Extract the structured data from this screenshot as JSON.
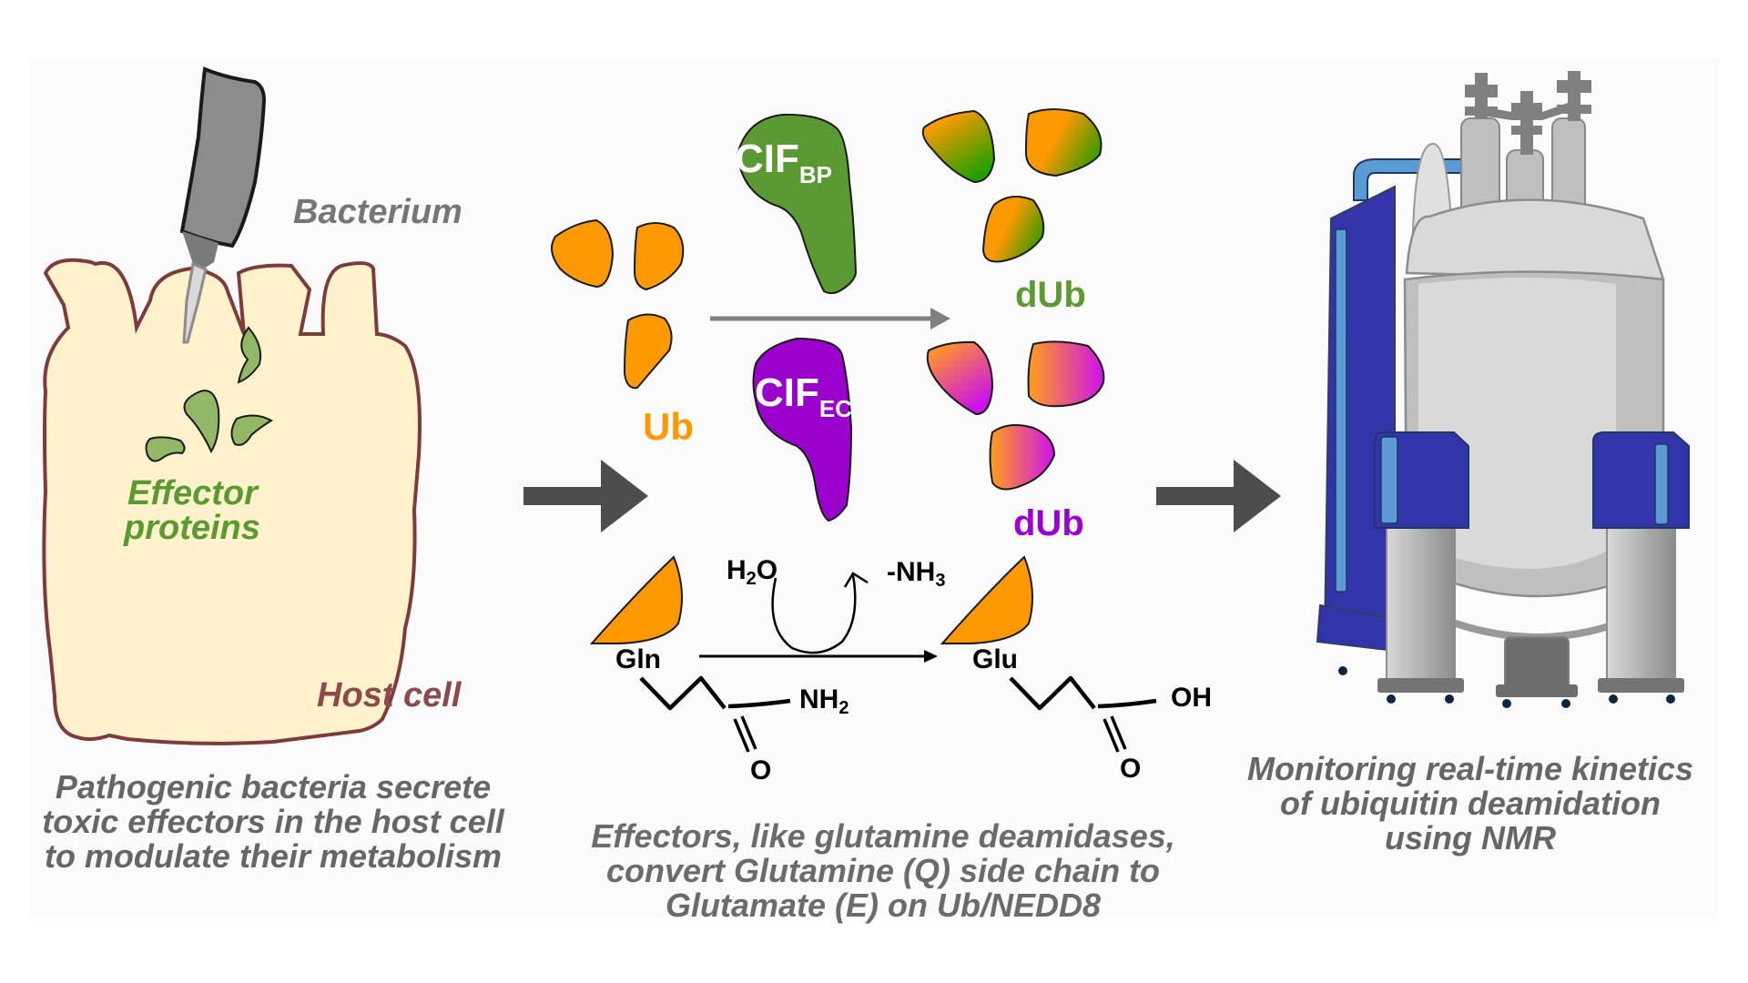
{
  "diagram": {
    "title": "Ubiquitin deamidation by bacterial effectors monitored by NMR",
    "colors": {
      "background": "#fbfbfb",
      "host_cell_fill": "#fff2cc",
      "host_cell_stroke": "#7f3a3a",
      "effector_green": "#93b865",
      "label_green": "#5a9a30",
      "ub_orange": "#ff9900",
      "cif_bp_green": "#5b9a33",
      "cif_ec_purple": "#9900cc",
      "dub_purple_label": "#9900cc",
      "caption_gray": "#666666",
      "arrow_dark": "#4d4d4d",
      "nmr_blue": "#3333aa",
      "nmr_light_blue": "#5b9bd5"
    },
    "panel1": {
      "bacterium_label": "Bacterium",
      "effector_label_line1": "Effector",
      "effector_label_line2": "proteins",
      "host_cell_label": "Host cell",
      "caption_lines": [
        "Pathogenic bacteria secrete",
        "toxic effectors in the host cell",
        "to modulate their metabolism"
      ]
    },
    "panel2": {
      "ub_label": "Ub",
      "cif_bp": {
        "main": "CIF",
        "sub": "BP"
      },
      "cif_ec": {
        "main": "CIF",
        "sub": "EC"
      },
      "dub_green_label": "dUb",
      "dub_purple_label": "dUb",
      "reaction": {
        "reactant_label": "Gln",
        "product_label": "Glu",
        "water": {
          "main": "H",
          "sub": "2",
          "tail": "O"
        },
        "ammonia": {
          "main": "-NH",
          "sub": "3"
        },
        "amide_group": {
          "main": "NH",
          "sub": "2"
        },
        "hydroxyl_group": "OH",
        "carbonyl_o_left": "O",
        "carbonyl_o_right": "O"
      },
      "caption_lines": [
        "Effectors, like glutamine deamidases,",
        "convert Glutamine (Q) side chain to",
        "Glutamate (E) on Ub/NEDD8"
      ]
    },
    "panel3": {
      "caption_lines": [
        "Monitoring real-time kinetics",
        "of ubiquitin deamidation",
        "using NMR"
      ]
    }
  }
}
